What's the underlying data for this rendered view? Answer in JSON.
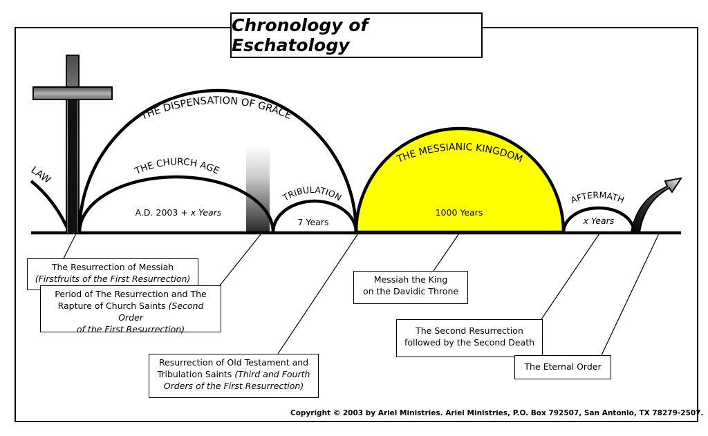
{
  "title": "Chronology of Eschatology",
  "arcs": {
    "law": "LAW",
    "grace": "THE DISPENSATION OF GRACE",
    "church": "THE CHURCH AGE",
    "tribulation": "TRIBULATION",
    "kingdom": "THE MESSIANIC KINGDOM",
    "aftermath": "AFTERMATH"
  },
  "durations": {
    "church_prefix": "A.D. 2003 + ",
    "church_suffix": "x Years",
    "tribulation": "7 Years",
    "kingdom": "1000 Years",
    "aftermath": "x Years"
  },
  "events": {
    "resurrection_messiah": {
      "line1": "The Resurrection of Messiah",
      "line2": "(Firstfruits of the First Resurrection)"
    },
    "rapture": {
      "line1": "Period of The Resurrection and The",
      "line2a": "Rapture of Church Saints ",
      "line2b": "(Second Order",
      "line3": "of the First Resurrection)"
    },
    "ot_saints": {
      "line1": "Resurrection of Old Testament and",
      "line2a": "Tribulation Saints ",
      "line2b": "(Third and Fourth",
      "line3": "Orders of the First Resurrection)"
    },
    "messiah_king": {
      "line1": "Messiah the King",
      "line2": "on the Davidic Throne"
    },
    "second_resurrection": {
      "line1": "The Second Resurrection",
      "line2": "followed by the Second Death"
    },
    "eternal_order": {
      "line1": "The Eternal Order"
    }
  },
  "copyright": "Copyright © 2003 by Ariel Ministries. Ariel Ministries, P.O. Box 792507, San Antonio, TX 78279-2507.",
  "colors": {
    "kingdom_fill": "#ffff00",
    "cross_fill": "#8a8a8a",
    "line": "#000000"
  }
}
